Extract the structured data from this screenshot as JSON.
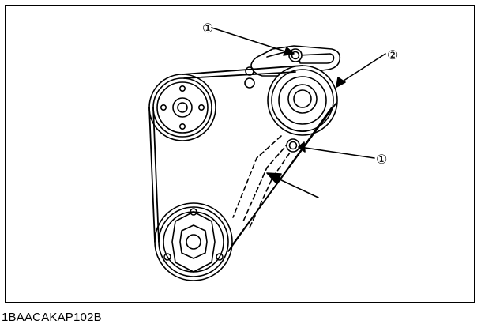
{
  "figure": {
    "code": "1BAACAKAP102B"
  },
  "callouts": [
    {
      "label": "①",
      "target": "alternator adjusting bolt (upper)"
    },
    {
      "label": "②",
      "target": "alternator pulley"
    },
    {
      "label": "①",
      "target": "alternator pivot bolt (lower)"
    }
  ],
  "colors": {
    "line": "#000000",
    "background": "#ffffff"
  }
}
